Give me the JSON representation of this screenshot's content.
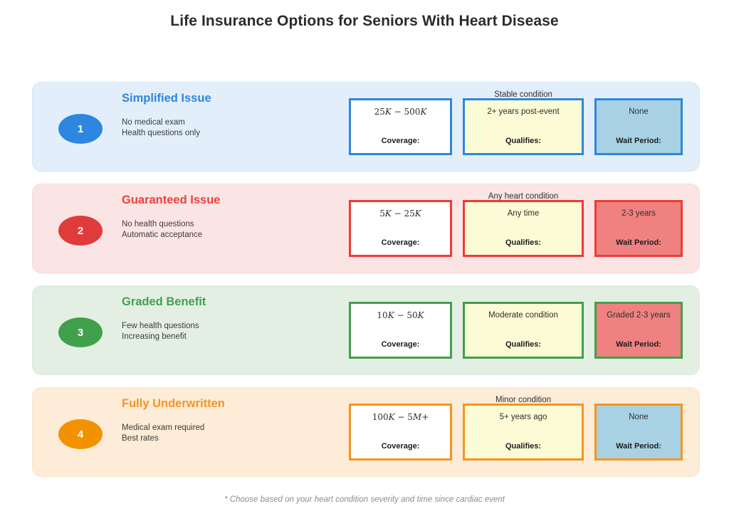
{
  "title": "Life Insurance Options for Seniors With Heart Disease",
  "footnote": "* Choose based on your heart condition severity and time since cardiac event",
  "columns": {
    "coverage_label": "Coverage:",
    "qualifies_label": "Qualifies:",
    "wait_label": "Wait Period:"
  },
  "colors": {
    "blue": "#2e86de",
    "red": "#e8413f",
    "green": "#41a04c",
    "orange": "#f7941d",
    "panel_blue": "#e2effb",
    "panel_red": "#fbe5e4",
    "panel_green": "#e4efe3",
    "panel_orange": "#fdecd7",
    "fill_white": "#ffffff",
    "fill_yellow": "#fbfbd6",
    "fill_light_blue": "#a8d2e3",
    "fill_salmon": "#ef8180"
  },
  "rows": [
    {
      "number": "1",
      "name": "Simplified Issue",
      "description": "No medical exam\nHealth questions only",
      "coverage": {
        "value_prefix": "25",
        "value_unit_a": "K",
        "value_mid": " − 500",
        "value_unit_b": "K",
        "label": "Coverage:"
      },
      "qualifies": {
        "overflow": "Stable condition",
        "value": "2+ years post-event",
        "label": "Qualifies:"
      },
      "wait": {
        "value": "None",
        "label": "Wait Period:"
      }
    },
    {
      "number": "2",
      "name": "Guaranteed Issue",
      "description": "No health questions\nAutomatic acceptance",
      "coverage": {
        "value_prefix": "5",
        "value_unit_a": "K",
        "value_mid": " − 25",
        "value_unit_b": "K",
        "label": "Coverage:"
      },
      "qualifies": {
        "overflow": "Any heart condition",
        "value": "Any time",
        "label": "Qualifies:"
      },
      "wait": {
        "value": "2-3 years",
        "label": "Wait Period:"
      }
    },
    {
      "number": "3",
      "name": "Graded Benefit",
      "description": "Few health questions\nIncreasing benefit",
      "coverage": {
        "value_prefix": "10",
        "value_unit_a": "K",
        "value_mid": " − 50",
        "value_unit_b": "K",
        "label": "Coverage:"
      },
      "qualifies": {
        "overflow": "",
        "value": "Moderate condition",
        "label": "Qualifies:"
      },
      "wait": {
        "value": "Graded 2-3 years",
        "label": "Wait Period:"
      }
    },
    {
      "number": "4",
      "name": "Fully Underwritten",
      "description": "Medical exam required\nBest rates",
      "coverage": {
        "value_prefix": "100",
        "value_unit_a": "K",
        "value_mid": " − 5",
        "value_unit_b": "M+",
        "label": "Coverage:"
      },
      "qualifies": {
        "overflow": "Minor condition",
        "value": "5+ years ago",
        "label": "Qualifies:"
      },
      "wait": {
        "value": "None",
        "label": "Wait Period:"
      }
    }
  ]
}
